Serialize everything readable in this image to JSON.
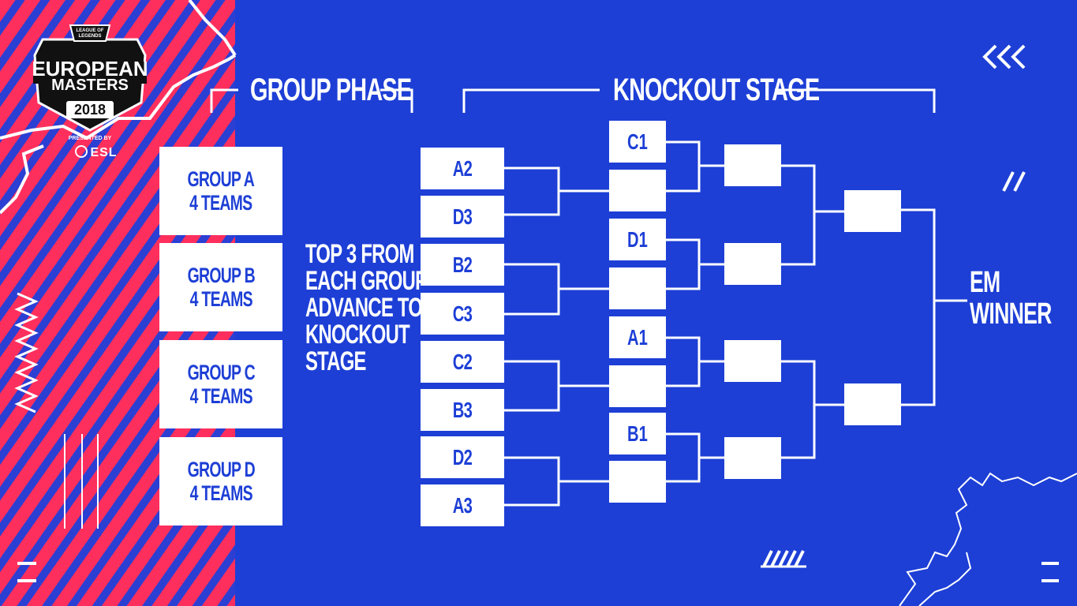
{
  "brand": {
    "publisher": "LEAGUE OF LEGENDS",
    "title_line1": "EUROPEAN",
    "title_line2": "MASTERS",
    "year": "2018",
    "presented_by": "PRESENTED BY",
    "sponsor": "ESL"
  },
  "headers": {
    "group_phase": "GROUP PHASE",
    "knockout_stage": "KNOCKOUT STAGE"
  },
  "groups": [
    {
      "name": "GROUP A",
      "teams": "4 TEAMS"
    },
    {
      "name": "GROUP B",
      "teams": "4 TEAMS"
    },
    {
      "name": "GROUP C",
      "teams": "4 TEAMS"
    },
    {
      "name": "GROUP D",
      "teams": "4 TEAMS"
    }
  ],
  "advance_note": [
    "TOP 3 FROM",
    "EACH GROUP",
    "ADVANCE TO",
    "KNOCKOUT",
    "STAGE"
  ],
  "round1": [
    "A2",
    "D3",
    "B2",
    "C3",
    "C2",
    "B3",
    "D2",
    "A3"
  ],
  "quarterfinal_seeds": [
    "C1",
    "",
    "D1",
    "",
    "A1",
    "",
    "B1",
    ""
  ],
  "semifinal": [
    "",
    "",
    "",
    ""
  ],
  "final": [
    "",
    ""
  ],
  "winner": [
    "EM",
    "WINNER"
  ],
  "colors": {
    "background": "#1d3fd6",
    "accent": "#ff2f5d",
    "box": "#ffffff"
  }
}
